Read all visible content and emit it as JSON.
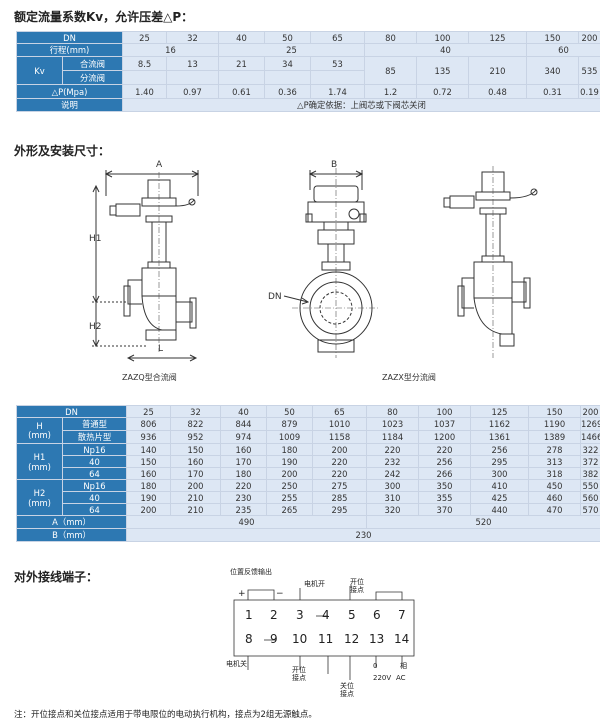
{
  "section1": {
    "title": "额定流量系数Kv，允许压差△P：",
    "dn_label": "DN",
    "dn_values": [
      "25",
      "32",
      "40",
      "50",
      "65",
      "80",
      "100",
      "125",
      "150",
      "200"
    ],
    "stroke_label": "行程(mm)",
    "stroke_values": [
      "16",
      "25",
      "40",
      "60"
    ],
    "kv_label": "Kv",
    "kv_merge_label": "合流阀",
    "kv_split_label": "分流阀",
    "kv_values_top": [
      "8.5",
      "13",
      "21",
      "34",
      "53"
    ],
    "kv_values_shared": [
      "85",
      "135",
      "210",
      "340",
      "535"
    ],
    "dp_label": "△P(Mpa)",
    "dp_values": [
      "1.40",
      "0.97",
      "0.61",
      "0.36",
      "1.74",
      "1.2",
      "0.72",
      "0.48",
      "0.31",
      "0.19"
    ],
    "note_label": "说明",
    "note_value": "△P确定依据：上阀芯或下阀芯关闭"
  },
  "section2": {
    "title": "外形及安装尺寸：",
    "dim_a": "A",
    "dim_b": "B",
    "dim_h1": "H1",
    "dim_h2": "H2",
    "dim_l": "L",
    "dim_dn": "DN",
    "caption_left": "ZAZQ型合流阀",
    "caption_right": "ZAZX型分流阀"
  },
  "table2": {
    "dn_label": "DN",
    "dn_values": [
      "25",
      "32",
      "40",
      "50",
      "65",
      "80",
      "100",
      "125",
      "150",
      "200"
    ],
    "h_label": "H\n(mm)",
    "h_rows": [
      {
        "label": "普通型",
        "values": [
          "806",
          "822",
          "844",
          "879",
          "1010",
          "1023",
          "1037",
          "1162",
          "1190",
          "1269"
        ]
      },
      {
        "label": "散热片型",
        "values": [
          "936",
          "952",
          "974",
          "1009",
          "1158",
          "1184",
          "1200",
          "1361",
          "1389",
          "1466"
        ]
      }
    ],
    "h1_label": "H1\n(mm)",
    "h1_rows": [
      {
        "label": "Np16",
        "values": [
          "140",
          "150",
          "160",
          "180",
          "200",
          "220",
          "220",
          "256",
          "278",
          "322"
        ]
      },
      {
        "label": "40",
        "values": [
          "150",
          "160",
          "170",
          "190",
          "220",
          "232",
          "256",
          "295",
          "313",
          "372"
        ]
      },
      {
        "label": "64",
        "values": [
          "160",
          "170",
          "180",
          "200",
          "220",
          "242",
          "266",
          "300",
          "318",
          "382"
        ]
      }
    ],
    "h2_label": "H2\n(mm)",
    "h2_rows": [
      {
        "label": "Np16",
        "values": [
          "180",
          "200",
          "220",
          "250",
          "275",
          "300",
          "350",
          "410",
          "450",
          "550"
        ]
      },
      {
        "label": "40",
        "values": [
          "190",
          "210",
          "230",
          "255",
          "285",
          "310",
          "355",
          "425",
          "460",
          "560"
        ]
      },
      {
        "label": "64",
        "values": [
          "200",
          "210",
          "235",
          "265",
          "295",
          "320",
          "370",
          "440",
          "470",
          "570"
        ]
      }
    ],
    "a_label": "A（mm）",
    "a_values": [
      "490",
      "520"
    ],
    "b_label": "B（mm）",
    "b_value": "230"
  },
  "section3": {
    "title": "对外接线端子：",
    "top_labels": {
      "feedback": "位置反馈输出",
      "plus": "+",
      "minus": "−",
      "motor_on": "电机开",
      "open_pos": "开位\n接点"
    },
    "row1": [
      "1",
      "2",
      "3",
      "4",
      "5",
      "6",
      "7"
    ],
    "row2": [
      "8",
      "9",
      "10",
      "11",
      "12",
      "13",
      "14"
    ],
    "bottom_labels": {
      "motor_off": "电机关",
      "open_pos": "开位\n接点",
      "close_pos": "关位\n接点",
      "zero": "0",
      "voltage": "220V",
      "ac": "AC",
      "phase": "相"
    },
    "footnote": "注：开位接点和关位接点适用于带电限位的电动执行机构，接点为2组无源触点。"
  }
}
